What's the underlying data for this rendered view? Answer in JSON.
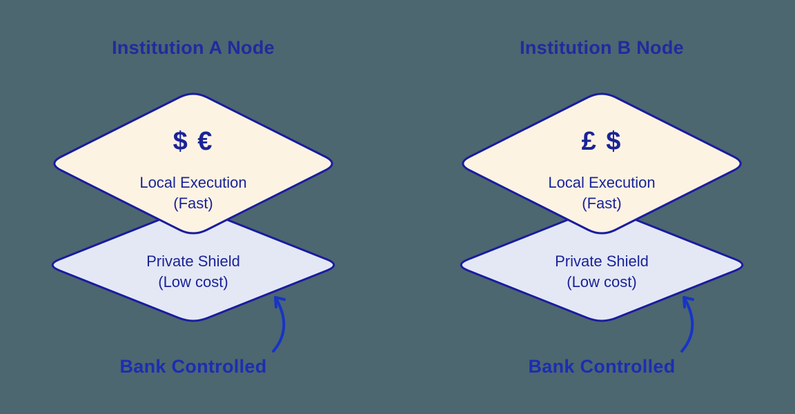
{
  "colors": {
    "background": "#4C6770",
    "diamond_border": "#1A1C9E",
    "execution_fill": "#FDF3E3",
    "shield_fill": "#E4E8F5",
    "diamond_text": "#1A2397",
    "title_text": "#222A9E",
    "control_text": "#1C2DB1",
    "arrow": "#1834C6"
  },
  "nodes": [
    {
      "title": "Institution A Node",
      "currencies": "$ €",
      "execution_label": "Local Execution",
      "execution_note": "(Fast)",
      "shield_label": "Private Shield",
      "shield_note": "(Low cost)",
      "control_label": "Bank Controlled"
    },
    {
      "title": "Institution B Node",
      "currencies": "£ $",
      "execution_label": "Local Execution",
      "execution_note": "(Fast)",
      "shield_label": "Private Shield",
      "shield_note": "(Low cost)",
      "control_label": "Bank Controlled"
    }
  ]
}
